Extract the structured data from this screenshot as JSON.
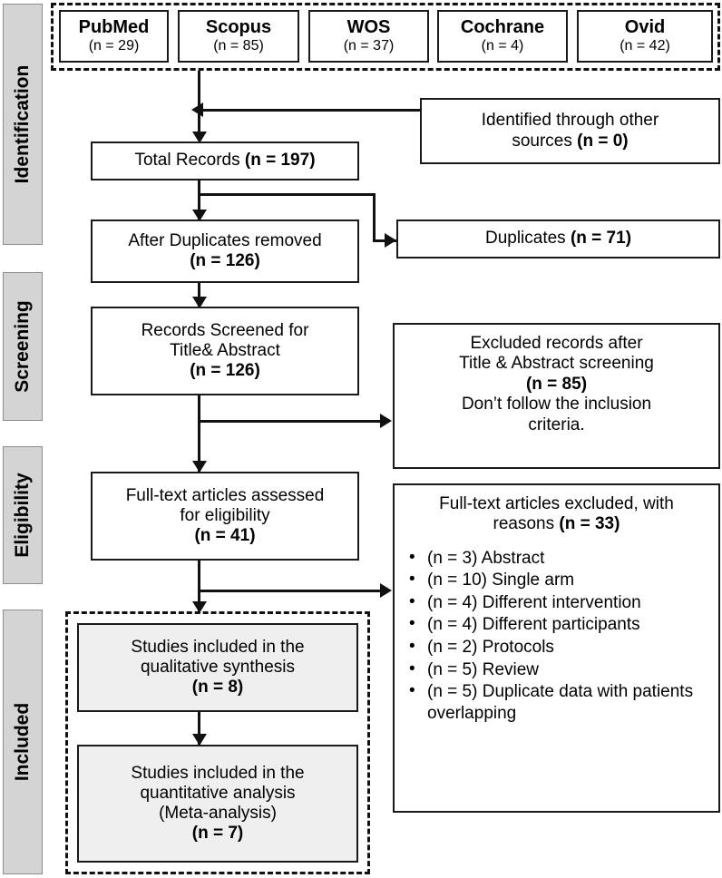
{
  "stages": [
    {
      "label": "Identification"
    },
    {
      "label": "Screening"
    },
    {
      "label": "Eligibility"
    },
    {
      "label": "Included"
    }
  ],
  "identification": {
    "sources": [
      {
        "name": "PubMed",
        "count": "(n = 29)"
      },
      {
        "name": "Scopus",
        "count": "(n = 85)"
      },
      {
        "name": "WOS",
        "count": "(n = 37)"
      },
      {
        "name": "Cochrane",
        "count": "(n = 4)"
      },
      {
        "name": "Ovid",
        "count": "(n = 42)"
      }
    ],
    "other_sources": {
      "line1": "Identified through other",
      "line2_text": "sources ",
      "line2_count": "(n = 0)"
    },
    "total_records": {
      "text": "Total Records ",
      "count": "(n = 197)"
    },
    "after_duplicates": {
      "line1": "After Duplicates removed",
      "count": "(n = 126)"
    },
    "duplicates": {
      "text": "Duplicates  ",
      "count": "(n = 71)"
    }
  },
  "screening": {
    "records_screened": {
      "line1": "Records Screened for",
      "line2": "Title& Abstract",
      "count": "(n = 126)"
    },
    "excluded_records": {
      "line1": "Excluded records after",
      "line2": "Title & Abstract screening",
      "count": "(n = 85)",
      "line4": "Don’t follow the inclusion",
      "line5": "criteria."
    }
  },
  "eligibility": {
    "fulltext_assessed": {
      "line1": "Full-text articles assessed",
      "line2": "for eligibility",
      "count": "(n = 41)"
    },
    "fulltext_excluded": {
      "line1": "Full-text articles excluded, with",
      "line2_text": "reasons ",
      "line2_count": "(n = 33)",
      "reasons": [
        "(n = 3) Abstract",
        "(n = 10) Single arm",
        "(n = 4) Different intervention",
        "(n = 4) Different participants",
        "(n = 2) Protocols",
        "(n = 5) Review",
        "(n = 5) Duplicate data with patients overlapping"
      ]
    }
  },
  "included": {
    "qualitative": {
      "line1": "Studies included in the",
      "line2": "qualitative synthesis",
      "count": "(n = 8)"
    },
    "quantitative": {
      "line1": "Studies included in the",
      "line2": "quantitative analysis",
      "line3": "(Meta-analysis)",
      "count": "(n = 7)"
    }
  },
  "colors": {
    "stage_fill": "#d4d4d4",
    "stage_border": "#8e8e8e",
    "box_border": "#1a1a1a",
    "box_fill": "#ffffff",
    "included_box_fill": "#efefef",
    "line": "#111111"
  }
}
